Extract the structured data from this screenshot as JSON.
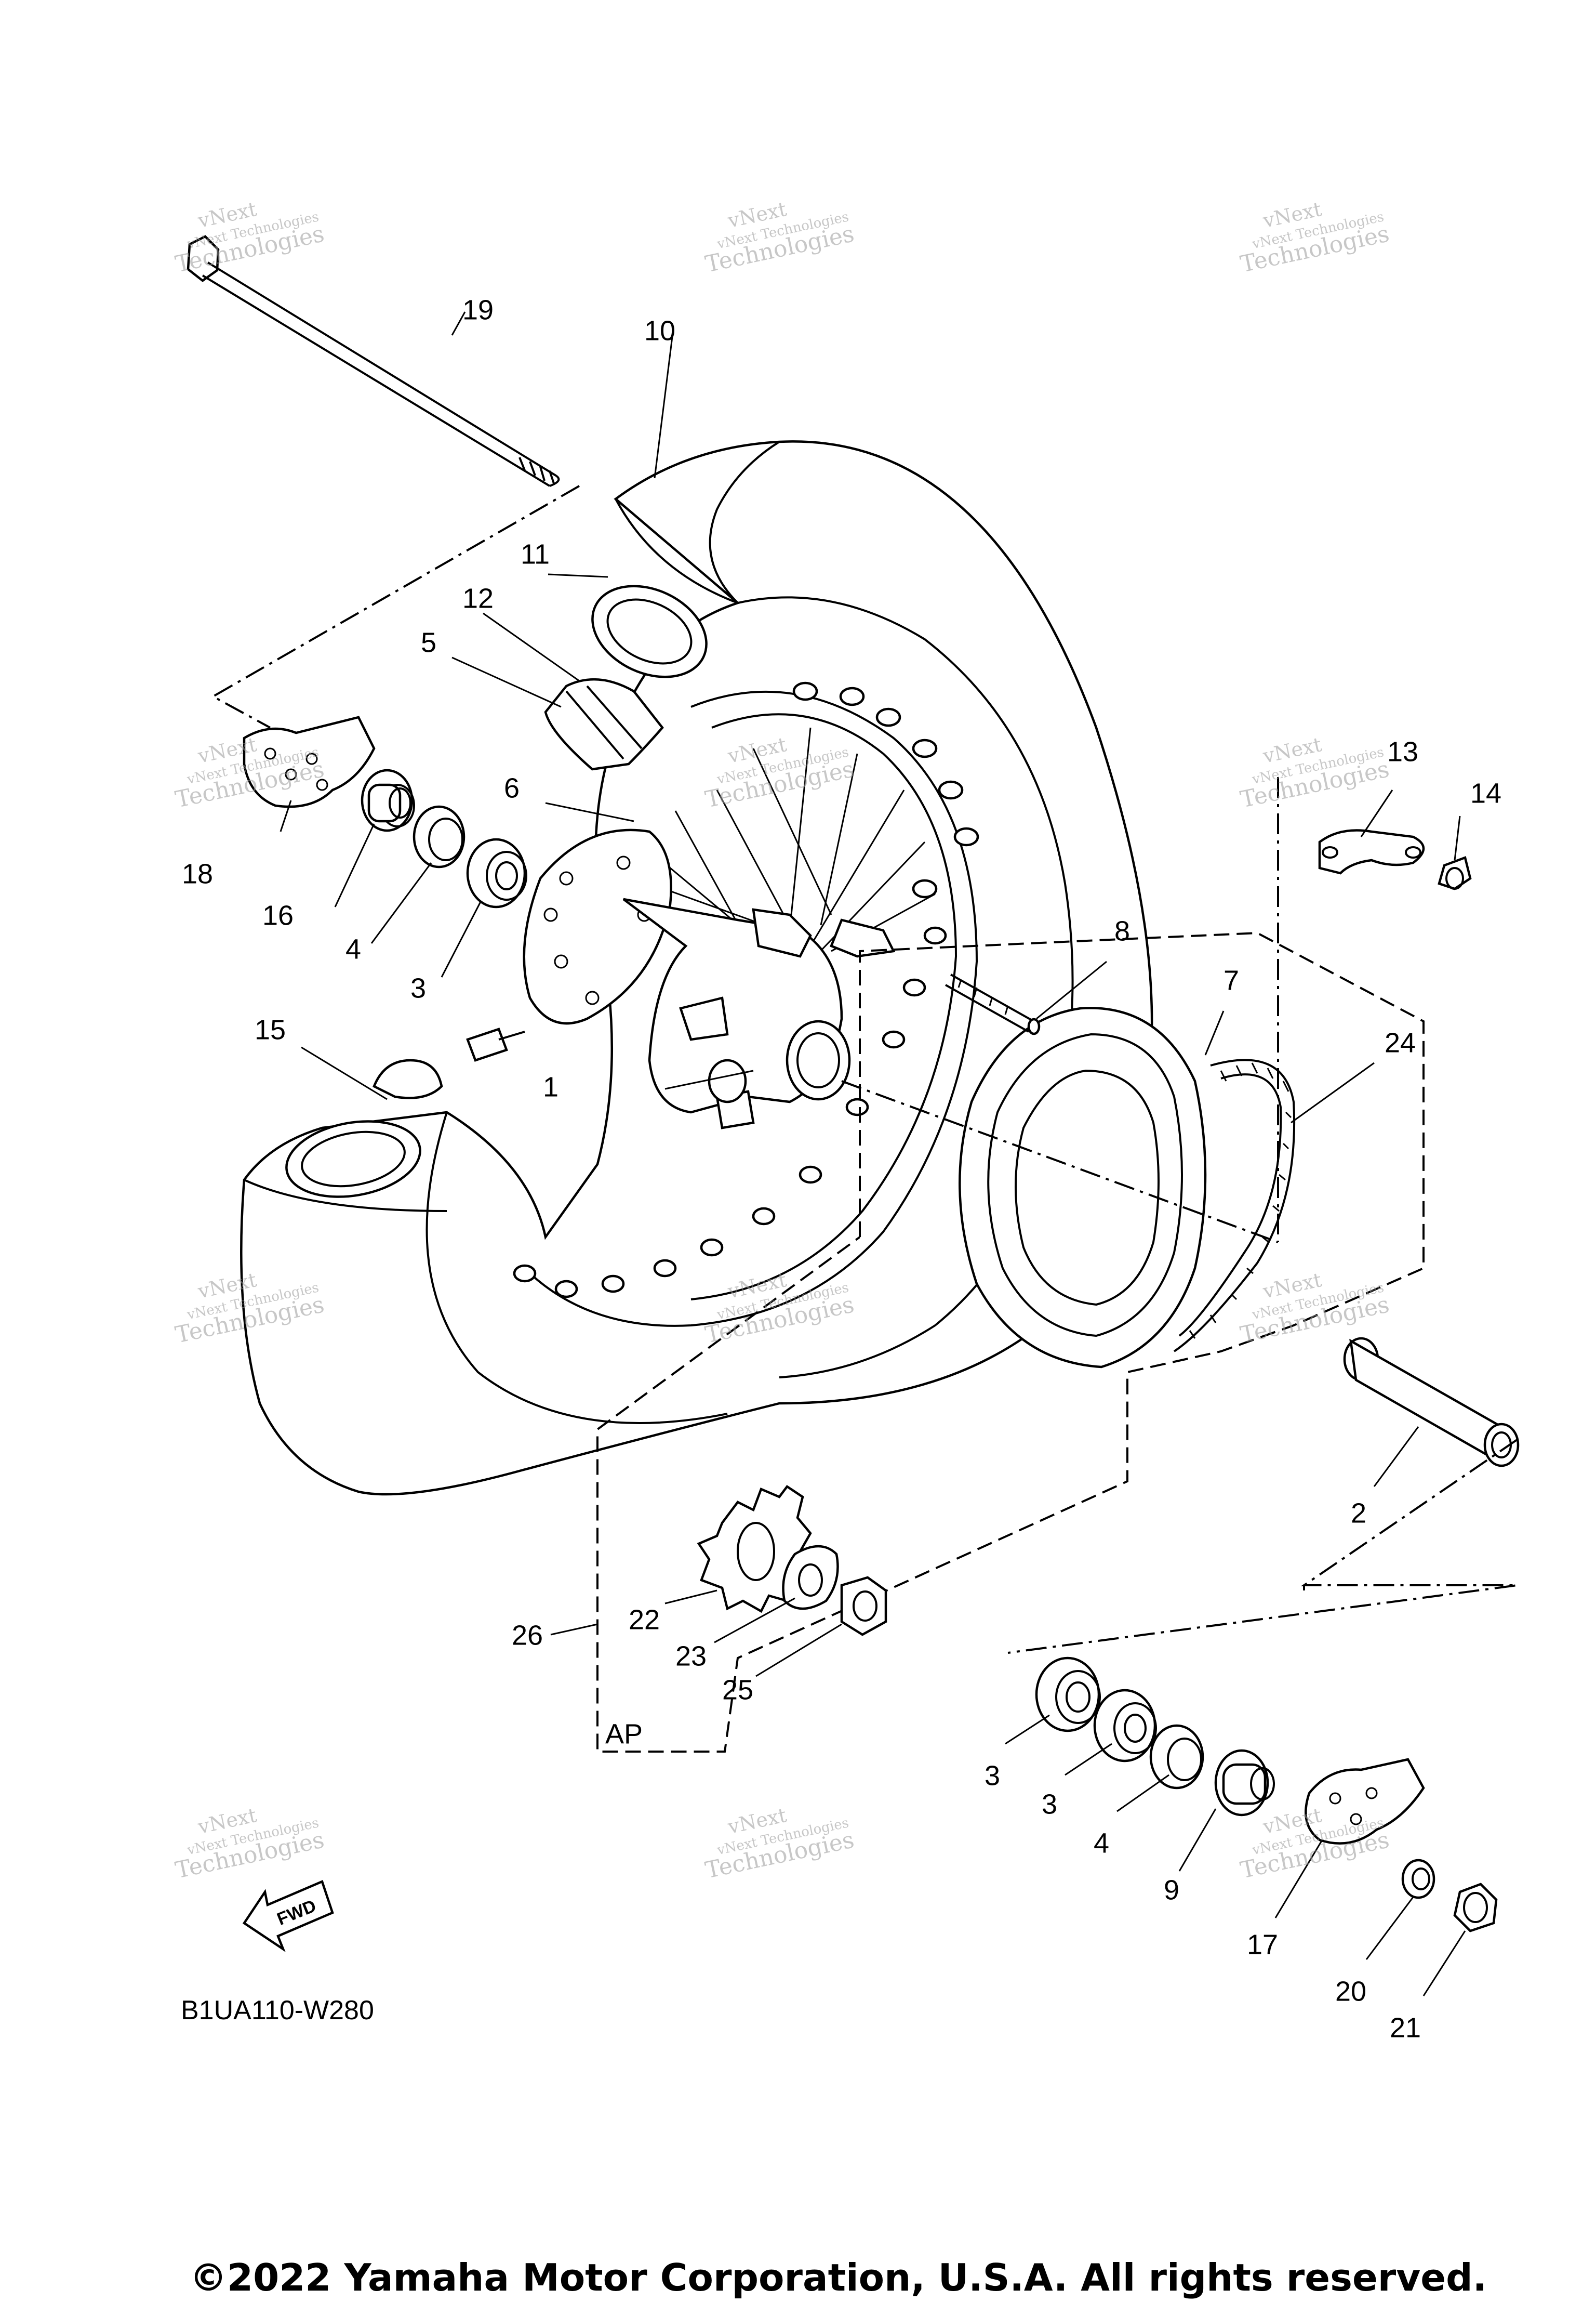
{
  "diagram": {
    "callouts": [
      "1",
      "2",
      "3",
      "3",
      "3",
      "4",
      "4",
      "5",
      "6",
      "7",
      "8",
      "9",
      "10",
      "11",
      "12",
      "13",
      "14",
      "15",
      "16",
      "17",
      "18",
      "19",
      "20",
      "21",
      "22",
      "23",
      "24",
      "25",
      "26"
    ],
    "ap_label": "AP",
    "fwd_label": "FWD",
    "diagram_code": "B1UA110-W280",
    "copyright": "©2022 Yamaha Motor Corporation, U.S.A. All rights reserved.",
    "watermark": [
      "vNext",
      "vNext Technologies",
      "Technologies"
    ]
  },
  "colors": {
    "line": "#000000",
    "background": "#ffffff",
    "watermark": "#9a9a9a"
  }
}
